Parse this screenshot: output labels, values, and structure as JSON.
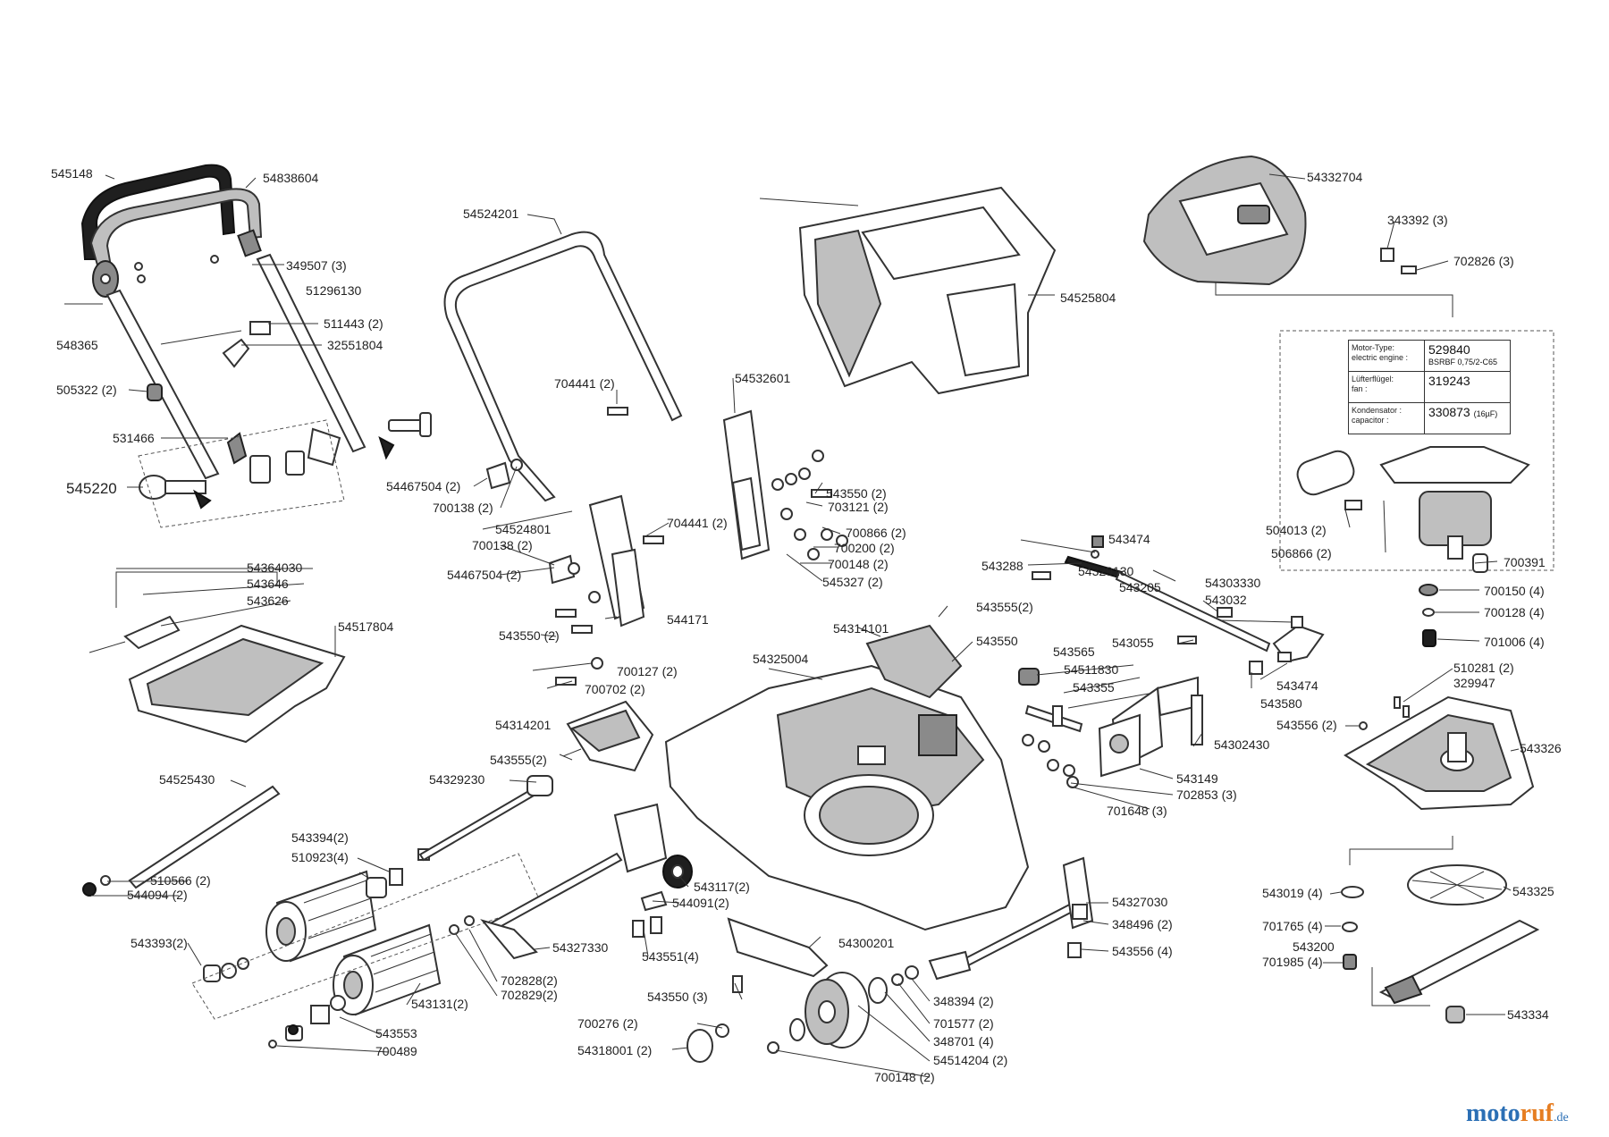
{
  "labels": {
    "l545148": "545148",
    "l54838604": "54838604",
    "l349507": "349507 (3)",
    "l51296130": "51296130",
    "l548365": "548365",
    "l511443": "511443 (2)",
    "l32551804": "32551804",
    "l505322": "505322 (2)",
    "l531466": "531466",
    "l545220": "545220",
    "l54524201": "54524201",
    "l704441a": "704441 (2)",
    "l54532601": "54532601",
    "l54467504a": "54467504 (2)",
    "l700138a": "700138 (2)",
    "l543550a": "543550 (2)",
    "l703121": "703121 (2)",
    "l54524801": "54524801",
    "l704441b": "704441 (2)",
    "l700138b": "700138 (2)",
    "l700866": "700866 (2)",
    "l700200": "700200 (2)",
    "l700148a": "700148 (2)",
    "l54467504b": "54467504 (2)",
    "l545327": "545327 (2)",
    "l544171": "544171",
    "l543550b": "543550 (2)",
    "l700127": "700127 (2)",
    "l700702": "700702 (2)",
    "l54525804": "54525804",
    "l54332704": "54332704",
    "l343392": "343392 (3)",
    "l702826": "702826 (3)",
    "l504013": "504013 (2)",
    "l506866": "506866 (2)",
    "l700391": "700391",
    "l700150": "700150 (4)",
    "l700128": "700128 (4)",
    "l701006": "701006 (4)",
    "l510281": "510281 (2)",
    "l329947": "329947",
    "l543556a": "543556 (2)",
    "l543326": "543326",
    "l543019": "543019 (4)",
    "l543325": "543325",
    "l701765": "701765 (4)",
    "l543200": "543200",
    "l701985": "701985 (4)",
    "l543334": "543334",
    "l54364030": "54364030",
    "l543646": "543646",
    "l543626": "543626",
    "l54517804": "54517804",
    "l54525430": "54525430",
    "l510566": "510566 (2)",
    "l544094": "544094 (2)",
    "l543394": "543394(2)",
    "l510923": "510923(4)",
    "l543393": "543393(2)",
    "l54329230": "54329230",
    "l543555a": "543555(2)",
    "l54314201": "54314201",
    "l543117": "543117(2)",
    "l544091": "544091(2)",
    "l54327330": "54327330",
    "l543551": "543551(4)",
    "l702828": "702828(2)",
    "l702829": "702829(2)",
    "l543131": "543131(2)",
    "l543553": "543553",
    "l700489": "700489",
    "l54325004": "54325004",
    "l54314101": "54314101",
    "l543555b": "543555(2)",
    "l543550c": "543550",
    "l543474a": "543474",
    "l543288": "543288",
    "l54329130": "54329130",
    "l543205": "543205",
    "l54303330": "54303330",
    "l543032": "543032",
    "l543055": "543055",
    "l543565": "543565",
    "l54511830": "54511830",
    "l543355": "543355",
    "l543474b": "543474",
    "l543580": "543580",
    "l54302430": "54302430",
    "l543149": "543149",
    "l702853": "702853 (3)",
    "l701648": "701648 (3)",
    "l54300201": "54300201",
    "l543550d": "543550 (3)",
    "l54327030": "54327030",
    "l348496": "348496 (2)",
    "l543556b": "543556 (4)",
    "l348394": "348394 (2)",
    "l701577": "701577 (2)",
    "l348701": "348701 (4)",
    "l700276": "700276 (2)",
    "l54514204": "54514204 (2)",
    "l54318001": "54318001 (2)",
    "l700148b": "700148 (2)"
  },
  "motor_table": {
    "motor_type_key": "Motor-Type:",
    "motor_type_key2": "electric engine :",
    "motor_type_value": "529840",
    "motor_type_sub": "BSRBF 0,75/2-C65",
    "fan_key": "Lüfterflügel:",
    "fan_key2": "fan :",
    "fan_value": "319243",
    "capacitor_key": "Kondensator :",
    "capacitor_key2": "capacitor :",
    "capacitor_value": "330873",
    "capacitor_unit": "(16µF)"
  },
  "brand": {
    "name_a": "moto",
    "name_b": "ruf",
    "tld": ".de"
  },
  "colors": {
    "brand_blue": "#2b6fb5",
    "brand_orange": "#e67e22"
  }
}
